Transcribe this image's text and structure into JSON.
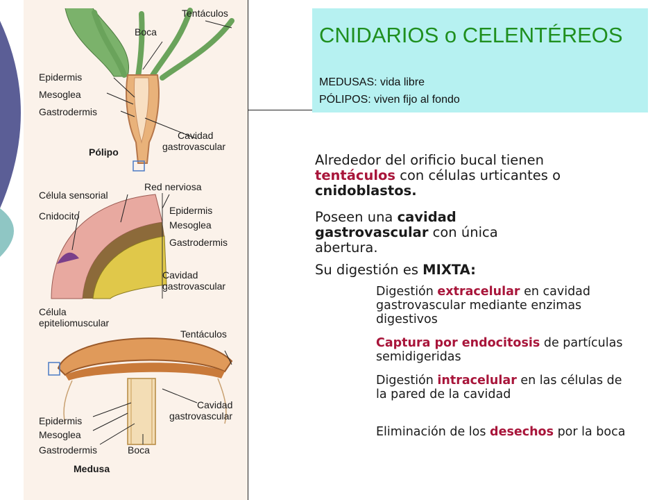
{
  "colors": {
    "title_green": "#1f8f1f",
    "title_box_bg": "#b6f1f1",
    "keyword_red": "#a8153a",
    "left_bar_purple": "#5b5e96",
    "left_bar_teal": "#8fc6c4"
  },
  "title_box": {
    "title": "CNIDARIOS o CELENTÉREOS",
    "line1": "MEDUSAS: vida libre",
    "line2": "PÓLIPOS: viven fijo al fondo"
  },
  "figure_labels": {
    "tentaculos_top": "Tentáculos",
    "boca_top": "Boca",
    "epidermis_top": "Epidermis",
    "mesoglea_top": "Mesoglea",
    "gastrodermis_top": "Gastrodermis",
    "cavidad_top_1": "Cavidad",
    "cavidad_top_2": "gastrovascular",
    "polipo": "Pólipo",
    "red_nerviosa": "Red nerviosa",
    "celula_sensorial": "Célula sensorial",
    "cnidocito": "Cnidocito",
    "epidermis_mid": "Epidermis",
    "mesoglea_mid": "Mesoglea",
    "gastrodermis_mid": "Gastrodermis",
    "cavidad_mid_1": "Cavidad",
    "cavidad_mid_2": "gastrovascular",
    "celula_epit_1": "Célula",
    "celula_epit_2": "epiteliomuscular",
    "tentaculos_bot": "Tentáculos",
    "epidermis_bot": "Epidermis",
    "mesoglea_bot": "Mesoglea",
    "gastrodermis_bot": "Gastrodermis",
    "cavidad_bot_1": "Cavidad",
    "cavidad_bot_2": "gastrovascular",
    "boca_bot": "Boca",
    "medusa": "Medusa"
  },
  "bullets": {
    "b1": {
      "marker": "",
      "t1": "Alrededor del orificio bucal tienen ",
      "k1": "tentáculos",
      "t2": " con células urticantes o ",
      "k2": "cnidoblastos."
    },
    "b2": {
      "marker": "",
      "t1": "Poseen una ",
      "k1": "cavidad gastrovascular",
      "t2": " con única abertura."
    },
    "b3": {
      "marker": "",
      "t1": "Su digestión es ",
      "k1": "MIXTA:"
    },
    "s1": {
      "marker": "",
      "t1": "Digestión ",
      "k1": "extracelular",
      "t2": " en cavidad gastrovascular mediante enzimas digestivos"
    },
    "s2": {
      "marker": "",
      "k1": "Captura por endocitosis",
      "t2": " de partículas semidigeridas"
    },
    "s3": {
      "marker": "",
      "t1": "Digestión ",
      "k1": "intracelular",
      "t2": " en las células de la pared de la cavidad"
    },
    "s4": {
      "marker": "",
      "t1": "Eliminación de los ",
      "k1": "desechos",
      "t2": " por la boca"
    }
  }
}
